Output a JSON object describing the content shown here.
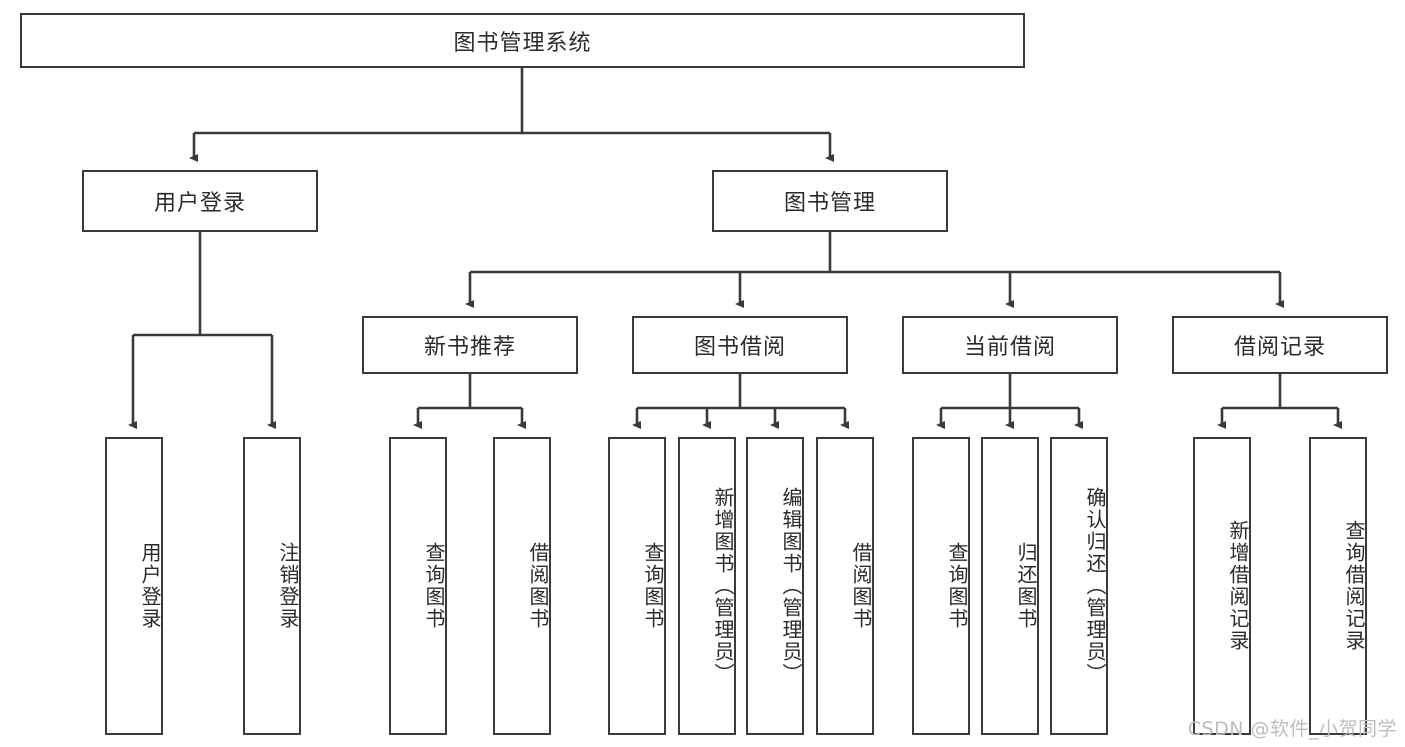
{
  "diagram": {
    "type": "tree-hierarchy",
    "title": "图书管理系统",
    "watermark": "CSDN @软件_小贺同学",
    "colors": {
      "stroke": "#3a3a3a",
      "text": "#2b2b2b",
      "background": "#ffffff",
      "watermark": "#bdbdbd"
    },
    "nodes": {
      "root": {
        "label": "图书管理系统",
        "orientation": "horizontal"
      },
      "level2": [
        {
          "id": "user-login",
          "label": "用户登录",
          "orientation": "horizontal"
        },
        {
          "id": "book-manage",
          "label": "图书管理",
          "orientation": "horizontal"
        }
      ],
      "level3": [
        {
          "id": "new-book-recommend",
          "label": "新书推荐",
          "orientation": "horizontal"
        },
        {
          "id": "book-borrow",
          "label": "图书借阅",
          "orientation": "horizontal"
        },
        {
          "id": "current-borrow",
          "label": "当前借阅",
          "orientation": "horizontal"
        },
        {
          "id": "borrow-record",
          "label": "借阅记录",
          "orientation": "horizontal"
        }
      ],
      "leaves": [
        {
          "id": "leaf-user-login",
          "label": "用户登录",
          "parent": "user-login",
          "orientation": "vertical"
        },
        {
          "id": "leaf-logout-login",
          "label": "注销登录",
          "parent": "user-login",
          "orientation": "vertical"
        },
        {
          "id": "leaf-query-book-1",
          "label": "查询图书",
          "parent": "new-book-recommend",
          "orientation": "vertical"
        },
        {
          "id": "leaf-borrow-book-1",
          "label": "借阅图书",
          "parent": "new-book-recommend",
          "orientation": "vertical"
        },
        {
          "id": "leaf-query-book-2",
          "label": "查询图书",
          "parent": "book-borrow",
          "orientation": "vertical"
        },
        {
          "id": "leaf-add-book",
          "label": "新增图书（管理员）",
          "parent": "book-borrow",
          "orientation": "vertical"
        },
        {
          "id": "leaf-edit-book",
          "label": "编辑图书（管理员）",
          "parent": "book-borrow",
          "orientation": "vertical"
        },
        {
          "id": "leaf-borrow-book-2",
          "label": "借阅图书",
          "parent": "book-borrow",
          "orientation": "vertical"
        },
        {
          "id": "leaf-query-book-3",
          "label": "查询图书",
          "parent": "current-borrow",
          "orientation": "vertical"
        },
        {
          "id": "leaf-return-book",
          "label": "归还图书",
          "parent": "current-borrow",
          "orientation": "vertical"
        },
        {
          "id": "leaf-confirm-return",
          "label": "确认归还（管理员）",
          "parent": "current-borrow",
          "orientation": "vertical"
        },
        {
          "id": "leaf-add-record",
          "label": "新增借阅记录",
          "parent": "borrow-record",
          "orientation": "vertical"
        },
        {
          "id": "leaf-query-record",
          "label": "查询借阅记录",
          "parent": "borrow-record",
          "orientation": "vertical"
        }
      ]
    }
  }
}
